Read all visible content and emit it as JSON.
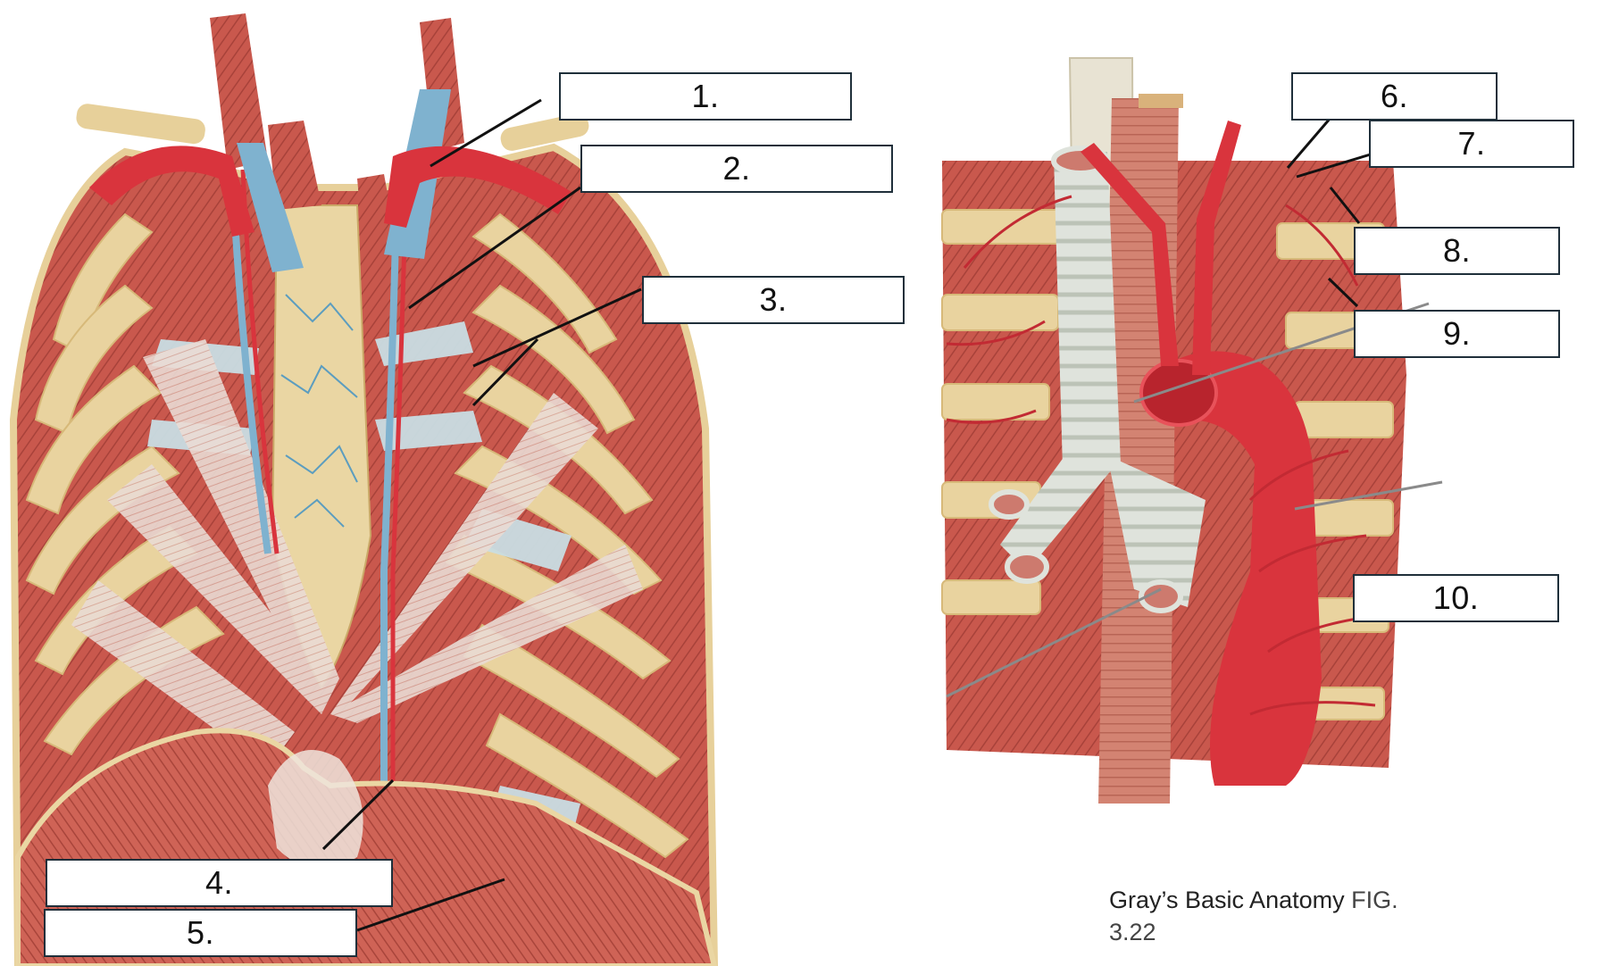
{
  "labels": [
    {
      "id": "1",
      "text": "1."
    },
    {
      "id": "2",
      "text": "2."
    },
    {
      "id": "3",
      "text": "3."
    },
    {
      "id": "4",
      "text": "4."
    },
    {
      "id": "5",
      "text": "5."
    },
    {
      "id": "6",
      "text": "6."
    },
    {
      "id": "7",
      "text": "7."
    },
    {
      "id": "8",
      "text": "8."
    },
    {
      "id": "9",
      "text": "9."
    },
    {
      "id": "10",
      "text": "10."
    }
  ],
  "credit": {
    "main": "Gray’s Basic Anatomy",
    "fig": "FIG.",
    "number": "3.22"
  },
  "colors": {
    "muscle": "#c4564c",
    "muscle_light": "#e3a79b",
    "bone": "#e7d09a",
    "artery": "#d9343d",
    "vein": "#7fb2cf",
    "cartilage": "#c9dde3",
    "tendon": "#efe7e3",
    "leader": "#111111",
    "box_border": "#1f2f3a"
  }
}
